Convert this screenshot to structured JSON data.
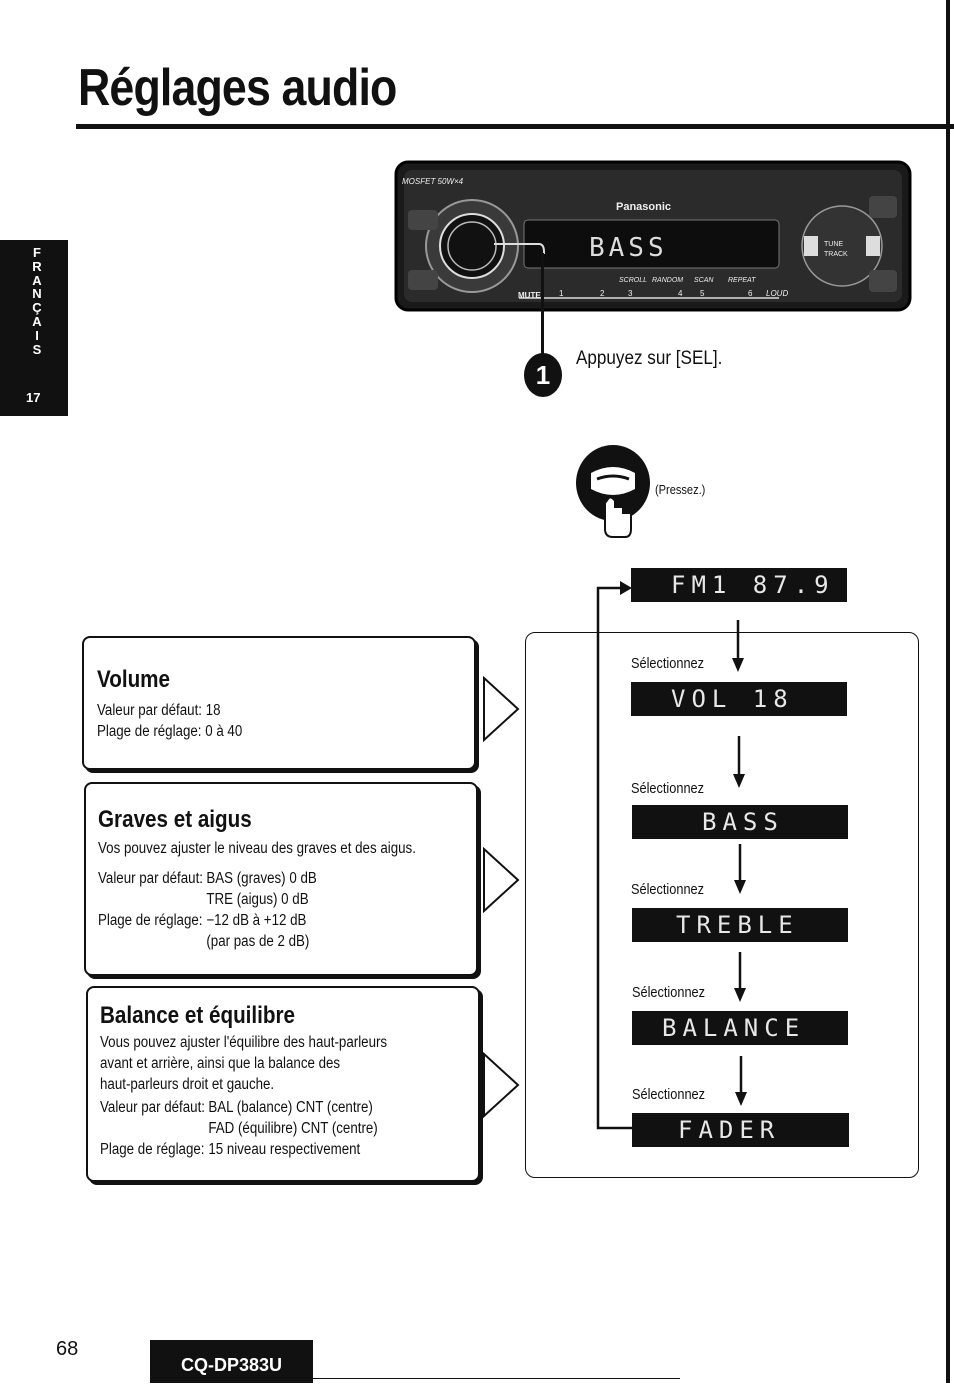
{
  "header": {
    "title": "Réglages audio"
  },
  "side_tab": {
    "letters": [
      "F",
      "R",
      "A",
      "N",
      "Ç",
      "A",
      "I",
      "S"
    ],
    "page_number": "17"
  },
  "device": {
    "brand": "Panasonic",
    "display_text": "BASS",
    "badge": "MOSFET 50W×4",
    "labels": [
      "SCROLL",
      "RANDOM",
      "SCAN",
      "REPEAT",
      "MUTE",
      "1",
      "2",
      "3",
      "4",
      "5",
      "6",
      "LOUD",
      "TUNE",
      "TRACK"
    ]
  },
  "step": {
    "number": "1",
    "text": "Appuyez sur [SEL]."
  },
  "press": {
    "label": "(Pressez.)"
  },
  "boxes": {
    "volume": {
      "title": "Volume",
      "lines": [
        "Valeur par défaut: 18",
        "Plage de réglage: 0 à 40"
      ]
    },
    "graves": {
      "title": "Graves et aigus",
      "intro": "Vos pouvez ajuster le niveau des graves et des aigus.",
      "rows": [
        {
          "k": "Valeur par défaut:",
          "v": "BAS (graves) 0 dB"
        },
        {
          "k": "",
          "v": "TRE (aigus) 0 dB"
        },
        {
          "k": "Plage de réglage:",
          "v": "−12 dB à +12 dB"
        },
        {
          "k": "",
          "v": "(par pas de 2 dB)"
        }
      ]
    },
    "balance": {
      "title": "Balance et équilibre",
      "intro": [
        "Vous pouvez ajuster l'équilibre des haut-parleurs",
        "avant et arrière, ainsi que la balance des",
        "haut-parleurs droit et gauche."
      ],
      "rows": [
        {
          "k": "Valeur par défaut:",
          "v": "BAL (balance) CNT (centre)"
        },
        {
          "k": "",
          "v": "FAD (équilibre) CNT (centre)"
        },
        {
          "k": "Plage de réglage:",
          "v": "15 niveau respectivement"
        }
      ]
    }
  },
  "flow": {
    "select_label": "Sélectionnez",
    "displays": [
      "FM1  87.9",
      "VOL    18",
      "BASS",
      "TREBLE",
      "BALANCE",
      "FADER"
    ]
  },
  "footer": {
    "page": "68",
    "model": "CQ-DP383U"
  }
}
